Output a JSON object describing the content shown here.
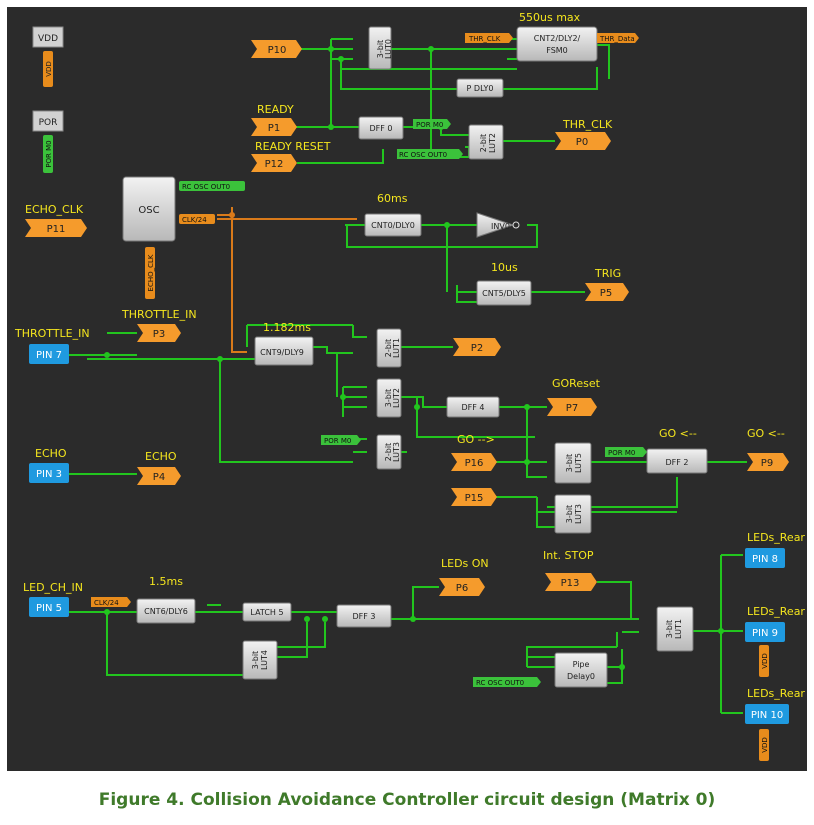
{
  "colors": {
    "background": "#2b2b2b",
    "wire": "#22c51e",
    "wire_orange": "#d97a1a",
    "block": "#d9d9d9",
    "port": "#f59b2c",
    "pin": "#1f9ae0",
    "label": "#f5e61e",
    "caption": "#3f7a2a"
  },
  "caption": "Figure 4. Collision Avoidance Controller circuit design (Matrix 0)",
  "supplies": {
    "vdd": "VDD",
    "vdd_tag": "VDD",
    "por": "POR",
    "por_tag": "POR M0"
  },
  "osc": {
    "name": "OSC",
    "out0": "RC OSC OUT0",
    "clk24": "CLK/24",
    "echo_clk_tag": "ECHO_CLK"
  },
  "ports": {
    "p10": "P10",
    "p1": "P1",
    "p12": "P12",
    "p0": "P0",
    "p11": "P11",
    "p5": "P5",
    "p3": "P3",
    "p2": "P2",
    "p7": "P7",
    "p4": "P4",
    "p16": "P16",
    "p9": "P9",
    "p15": "P15",
    "p6": "P6",
    "p13": "P13"
  },
  "pins": {
    "pin7": "PIN 7",
    "pin3": "PIN 3",
    "pin5": "PIN 5",
    "pin8": "PIN 8",
    "pin9": "PIN 9",
    "pin10": "PIN 10",
    "vdd_tag": "VDD"
  },
  "blocks": {
    "lut0": [
      "3-bit",
      "LUT0"
    ],
    "cnt2": [
      "CNT2/DLY2/",
      "FSM0"
    ],
    "pdly0": "P DLY0",
    "dff0": "DFF 0",
    "lut2_top": [
      "2-bit",
      "LUT2"
    ],
    "cnt0": "CNT0/DLY0",
    "inv0": "INV0",
    "cnt5": "CNT5/DLY5",
    "cnt9": "CNT9/DLY9",
    "lut1_2": [
      "2-bit",
      "LUT1"
    ],
    "lut2_3": [
      "3-bit",
      "LUT2"
    ],
    "dff4": "DFF 4",
    "lut3_2": [
      "2-bit",
      "LUT3"
    ],
    "lut5": [
      "3-bit",
      "LUT5"
    ],
    "dff2": "DFF 2",
    "lut3_3": [
      "3-bit",
      "LUT3"
    ],
    "cnt6": "CNT6/DLY6",
    "latch5": "LATCH 5",
    "dff3": "DFF 3",
    "lut4": [
      "3-bit",
      "LUT4"
    ],
    "pipe": [
      "Pipe",
      "Delay0"
    ],
    "lut1_3": [
      "3-bit",
      "LUT1"
    ]
  },
  "tags": {
    "thr_clk": "THR_CLK",
    "thr_data": "THR_Data",
    "por_m0": "POR M0",
    "rc_osc_out0": "RC OSC OUT0",
    "clk24": "CLK/24"
  },
  "labels": {
    "max550": "550us max",
    "ready": "READY",
    "ready_reset": "READY RESET",
    "thr_clk": "THR_CLK",
    "echo_clk": "ECHO_CLK",
    "t60ms": "60ms",
    "t10us": "10us",
    "trig": "TRIG",
    "throttle_in_port": "THROTTLE_IN",
    "throttle_in_pin": "THROTTLE_IN",
    "t1182": "1.182ms",
    "goreset": "GOReset",
    "go_in": "GO -->",
    "go_out1": "GO <--",
    "go_out2": "GO <--",
    "echo_pin": "ECHO",
    "echo_port": "ECHO",
    "led_ch_in": "LED_CH_IN",
    "t15": "1.5ms",
    "leds_on": "LEDs ON",
    "int_stop": "Int. STOP",
    "leds_rear1": "LEDs_Rear",
    "leds_rear2": "LEDs_Rear",
    "leds_rear3": "LEDs_Rear"
  }
}
